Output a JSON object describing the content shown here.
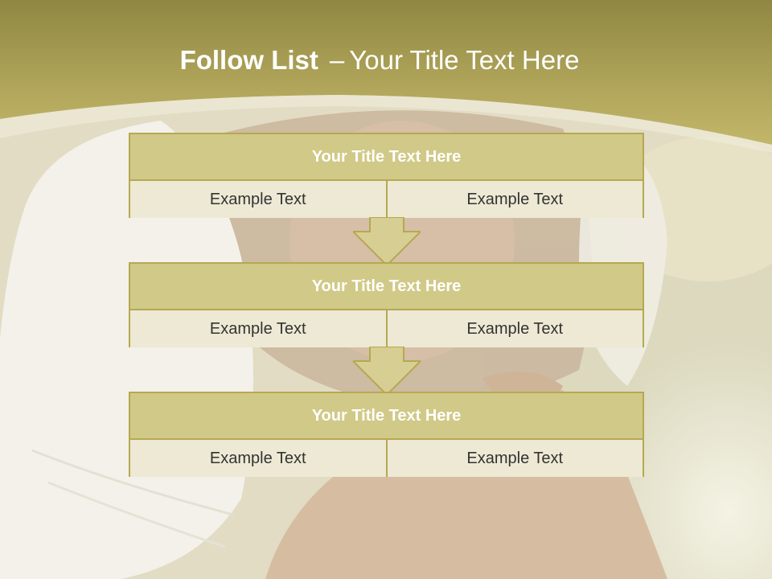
{
  "slide": {
    "title_bold": "Follow List",
    "title_separator": "–",
    "title_rest": "Your Title Text Here"
  },
  "blocks": [
    {
      "title": "Your Title Text Here",
      "cells": [
        "Example Text",
        "Example Text"
      ]
    },
    {
      "title": "Your Title Text Here",
      "cells": [
        "Example Text",
        "Example Text"
      ]
    },
    {
      "title": "Your Title Text Here",
      "cells": [
        "Example Text",
        "Example Text"
      ]
    }
  ],
  "colors": {
    "header_band": "#a49d52",
    "block_header": "#d1c987",
    "block_border": "#b6a852",
    "cell_fill": "#ede9d4",
    "arrow_fill": "#d6ce92"
  }
}
